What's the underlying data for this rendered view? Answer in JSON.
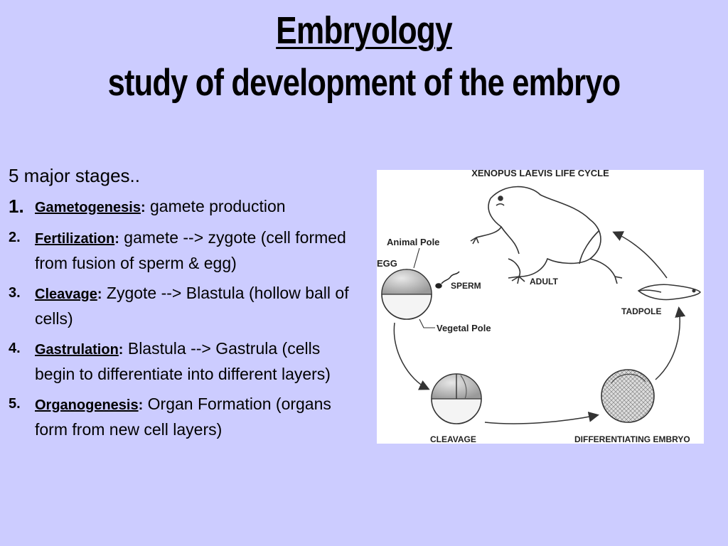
{
  "title": {
    "line1": "Embryology",
    "line2": "study of development of the embryo"
  },
  "intro": "5 major stages..",
  "stages": [
    {
      "num": "1.",
      "name": "Gametogenesis",
      "colon": ":",
      "desc": " gamete production"
    },
    {
      "num": "2.",
      "name": "Fertilization",
      "colon": ":",
      "desc": " gamete --> zygote (cell formed from fusion of sperm & egg)"
    },
    {
      "num": "3.",
      "name": "Cleavage",
      "colon": ":",
      "desc": " Zygote --> Blastula (hollow ball of cells)"
    },
    {
      "num": "4.",
      "name": "Gastrulation",
      "colon": ":",
      "desc": " Blastula --> Gastrula (cells begin to differentiate into different layers)"
    },
    {
      "num": "5.",
      "name": "Organogenesis",
      "colon": ":",
      "desc": " Organ Formation (organs form from new cell layers)"
    }
  ],
  "figure": {
    "title": "XENOPUS LAEVIS LIFE CYCLE",
    "labels": {
      "animal_pole": "Animal Pole",
      "egg": "EGG",
      "sperm": "SPERM",
      "adult": "ADULT",
      "tadpole": "TADPOLE",
      "vegetal_pole": "Vegetal Pole",
      "cleavage": "CLEAVAGE",
      "differentiating": "DIFFERENTIATING EMBRYO"
    }
  }
}
